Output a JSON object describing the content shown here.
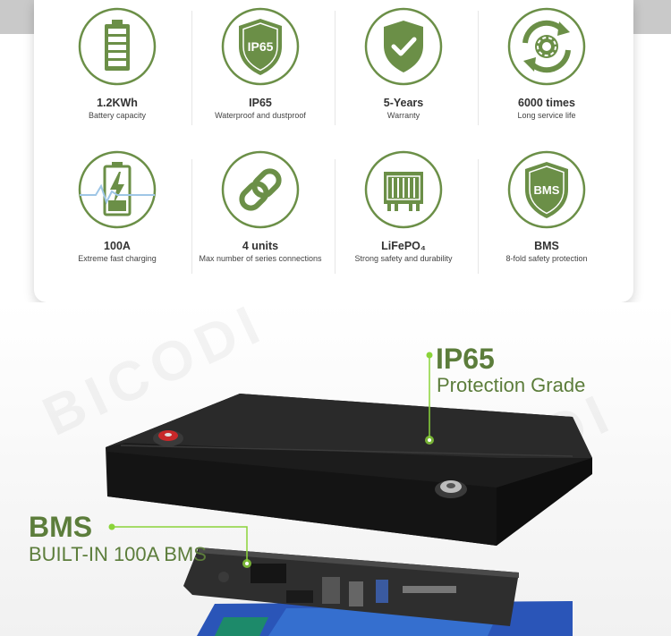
{
  "watermark": "BICODI",
  "colors": {
    "accent": "#6b8f47",
    "dark_green": "#5c7d3b",
    "callout_line": "#8bd43a"
  },
  "features": [
    {
      "title": "1.2KWh",
      "subtitle": "Battery capacity",
      "icon": "battery-capacity-icon"
    },
    {
      "title": "IP65",
      "subtitle": "Waterproof and dustproof",
      "icon": "ip65-shield-icon",
      "badge": "IP65"
    },
    {
      "title": "5-Years",
      "subtitle": "Warranty",
      "icon": "warranty-shield-check-icon"
    },
    {
      "title": "6000 times",
      "subtitle": "Long service life",
      "icon": "cycle-gear-icon"
    },
    {
      "title": "100A",
      "subtitle": "Extreme fast charging",
      "icon": "fast-charging-battery-icon"
    },
    {
      "title": "4 units",
      "subtitle": "Max number of series connections",
      "icon": "series-link-icon"
    },
    {
      "title": "LiFePO₄",
      "subtitle": "Strong safety and durability",
      "icon": "cell-chip-icon"
    },
    {
      "title": "BMS",
      "subtitle": "8-fold safety protection",
      "icon": "bms-shield-icon",
      "badge": "BMS"
    }
  ],
  "callouts": {
    "ip65": {
      "title": "IP65",
      "subtitle": "Protection Grade"
    },
    "bms": {
      "title": "BMS",
      "subtitle": "BUILT-IN 100A BMS"
    }
  }
}
